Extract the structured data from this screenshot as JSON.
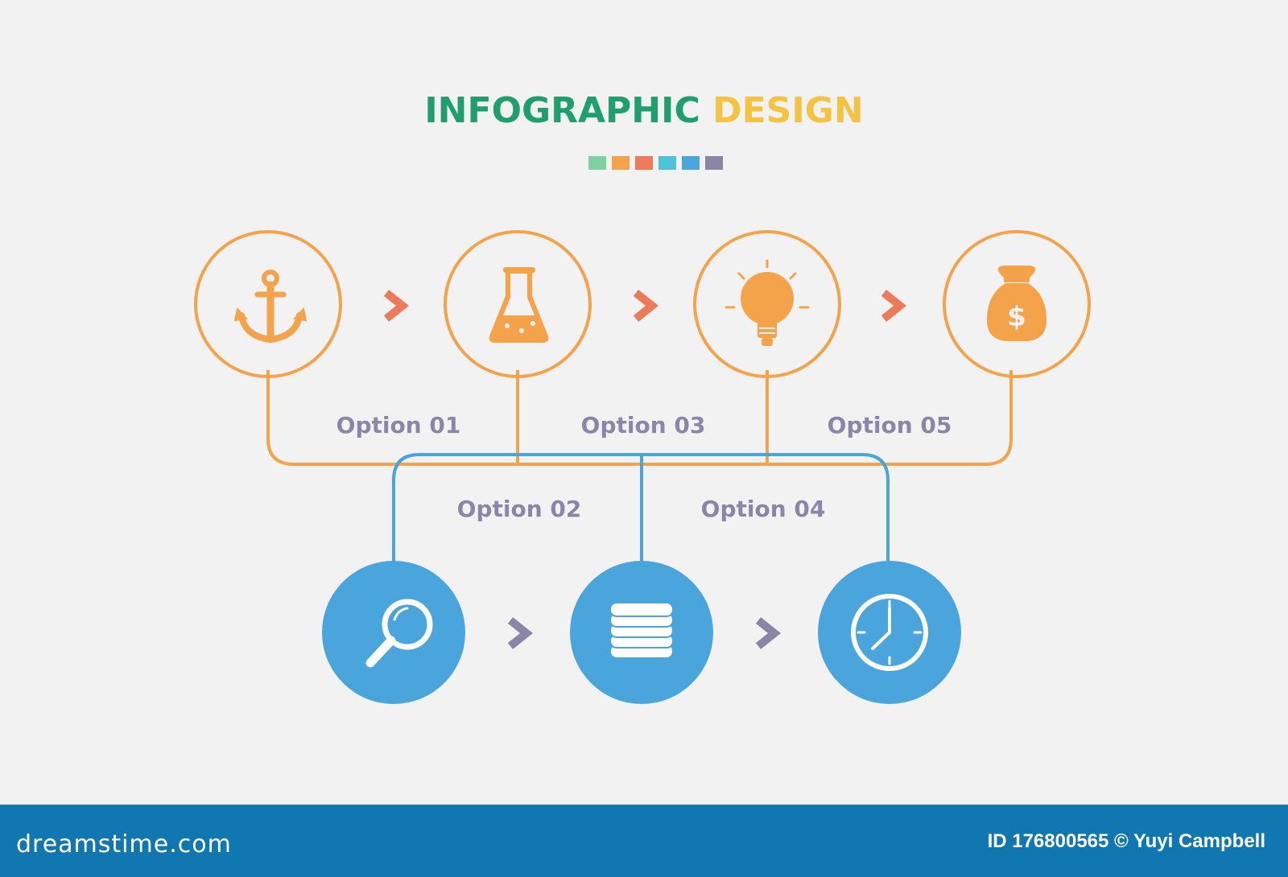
{
  "title": {
    "part1": "INFOGRAPHIC",
    "part2": "DESIGN"
  },
  "colors": {
    "title_primary": "#1f9e6e",
    "title_secondary": "#f5c342",
    "orange": "#f5a34a",
    "orange_fill": "#f5a34a",
    "blue": "#4aa5dc",
    "arrow_top": "#ef7a5a",
    "arrow_bottom": "#8b86a8",
    "label": "#8b86a8",
    "footer_bg": "#1077b0"
  },
  "swatches": [
    "#7fd1a2",
    "#f5a34a",
    "#ef7a5a",
    "#4ec2d9",
    "#4aa5dc",
    "#8b86a8"
  ],
  "top_steps": [
    {
      "icon": "anchor-icon"
    },
    {
      "icon": "flask-icon"
    },
    {
      "icon": "lightbulb-icon"
    },
    {
      "icon": "money-bag-icon"
    }
  ],
  "bottom_steps": [
    {
      "icon": "magnifier-icon"
    },
    {
      "icon": "database-icon"
    },
    {
      "icon": "clock-icon"
    }
  ],
  "options": [
    "Option 01",
    "Option 02",
    "Option 03",
    "Option 04",
    "Option 05"
  ],
  "money_symbol": "$",
  "footer": {
    "brand": "dreamstime.com",
    "credit": "ID 176800565 © Yuyi Campbell"
  }
}
